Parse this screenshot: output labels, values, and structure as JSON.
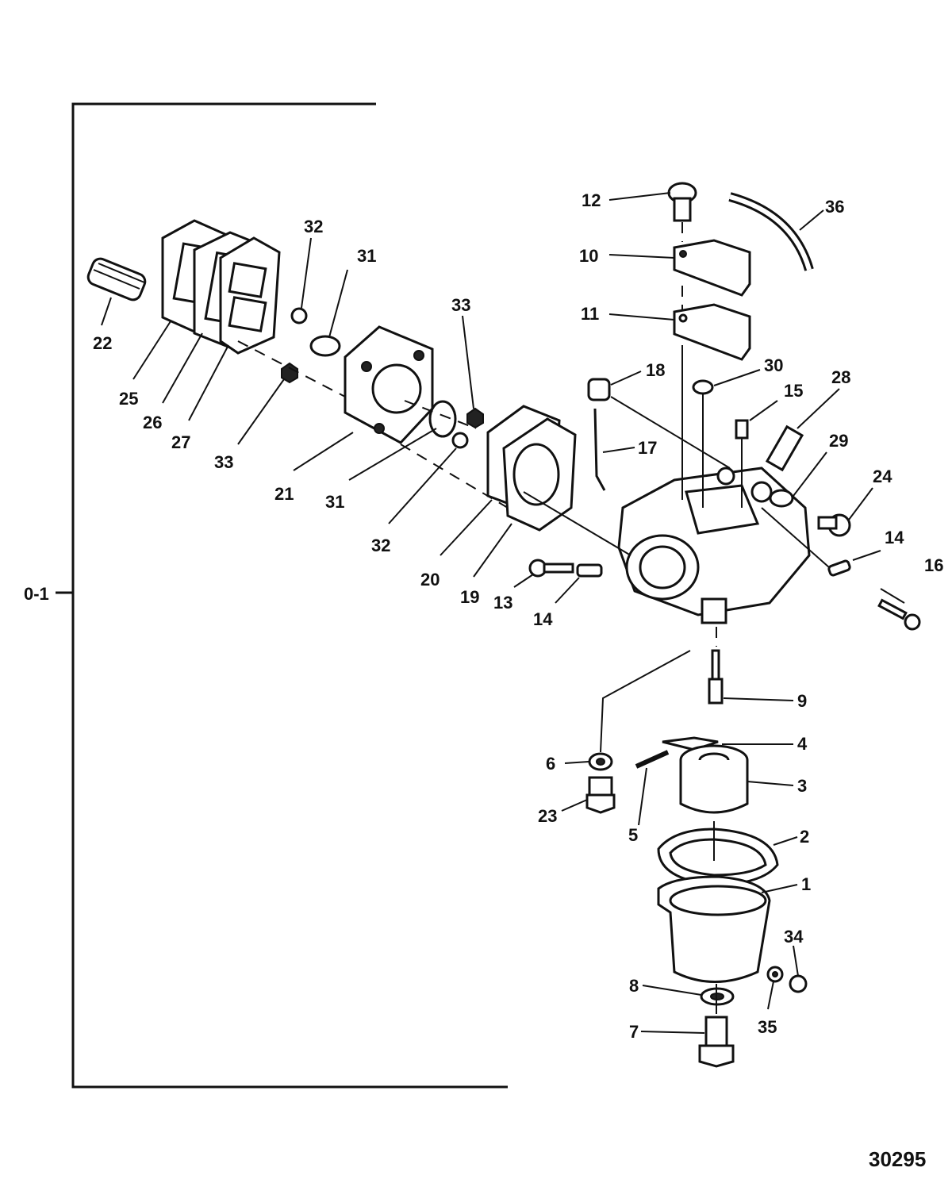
{
  "figure": {
    "drawing_number": "30295",
    "bracket_label": "0-1"
  },
  "callouts": [
    {
      "id": "c1",
      "label": "1"
    },
    {
      "id": "c2",
      "label": "2"
    },
    {
      "id": "c3",
      "label": "3"
    },
    {
      "id": "c4",
      "label": "4"
    },
    {
      "id": "c5",
      "label": "5"
    },
    {
      "id": "c6",
      "label": "6"
    },
    {
      "id": "c7",
      "label": "7"
    },
    {
      "id": "c8",
      "label": "8"
    },
    {
      "id": "c9",
      "label": "9"
    },
    {
      "id": "c10",
      "label": "10"
    },
    {
      "id": "c11",
      "label": "11"
    },
    {
      "id": "c12",
      "label": "12"
    },
    {
      "id": "c13",
      "label": "13"
    },
    {
      "id": "c14a",
      "label": "14"
    },
    {
      "id": "c14b",
      "label": "14"
    },
    {
      "id": "c15",
      "label": "15"
    },
    {
      "id": "c16",
      "label": "16"
    },
    {
      "id": "c17",
      "label": "17"
    },
    {
      "id": "c18",
      "label": "18"
    },
    {
      "id": "c19",
      "label": "19"
    },
    {
      "id": "c20",
      "label": "20"
    },
    {
      "id": "c21",
      "label": "21"
    },
    {
      "id": "c22",
      "label": "22"
    },
    {
      "id": "c23",
      "label": "23"
    },
    {
      "id": "c24",
      "label": "24"
    },
    {
      "id": "c25",
      "label": "25"
    },
    {
      "id": "c26",
      "label": "26"
    },
    {
      "id": "c27",
      "label": "27"
    },
    {
      "id": "c28",
      "label": "28"
    },
    {
      "id": "c29",
      "label": "29"
    },
    {
      "id": "c30",
      "label": "30"
    },
    {
      "id": "c31a",
      "label": "31"
    },
    {
      "id": "c31b",
      "label": "31"
    },
    {
      "id": "c32a",
      "label": "32"
    },
    {
      "id": "c32b",
      "label": "32"
    },
    {
      "id": "c33a",
      "label": "33"
    },
    {
      "id": "c33b",
      "label": "33"
    },
    {
      "id": "c34",
      "label": "34"
    },
    {
      "id": "c35",
      "label": "35"
    },
    {
      "id": "c36",
      "label": "36"
    }
  ]
}
